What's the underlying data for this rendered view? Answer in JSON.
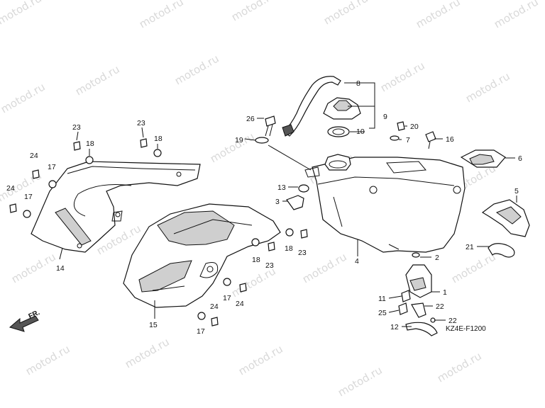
{
  "watermark": "motod.ru",
  "diagram_code": "KZ4E-F1200",
  "front_mark": "FR.",
  "callouts": {
    "c1": "1",
    "c2": "2",
    "c3": "3",
    "c4": "4",
    "c5": "5",
    "c6": "6",
    "c7": "7",
    "c8": "8",
    "c9": "9",
    "c10": "10",
    "c11": "11",
    "c12": "12",
    "c13": "13",
    "c14": "14",
    "c15": "15",
    "c16": "16",
    "c17a": "17",
    "c17b": "17",
    "c17c": "17",
    "c17d": "17",
    "c18a": "18",
    "c18b": "18",
    "c18c": "18",
    "c18d": "18",
    "c19": "19",
    "c20": "20",
    "c21": "21",
    "c22a": "22",
    "c22b": "22",
    "c23a": "23",
    "c23b": "23",
    "c23c": "23",
    "c23d": "23",
    "c24a": "24",
    "c24b": "24",
    "c24c": "24",
    "c24d": "24",
    "c25": "25",
    "c26": "26"
  }
}
